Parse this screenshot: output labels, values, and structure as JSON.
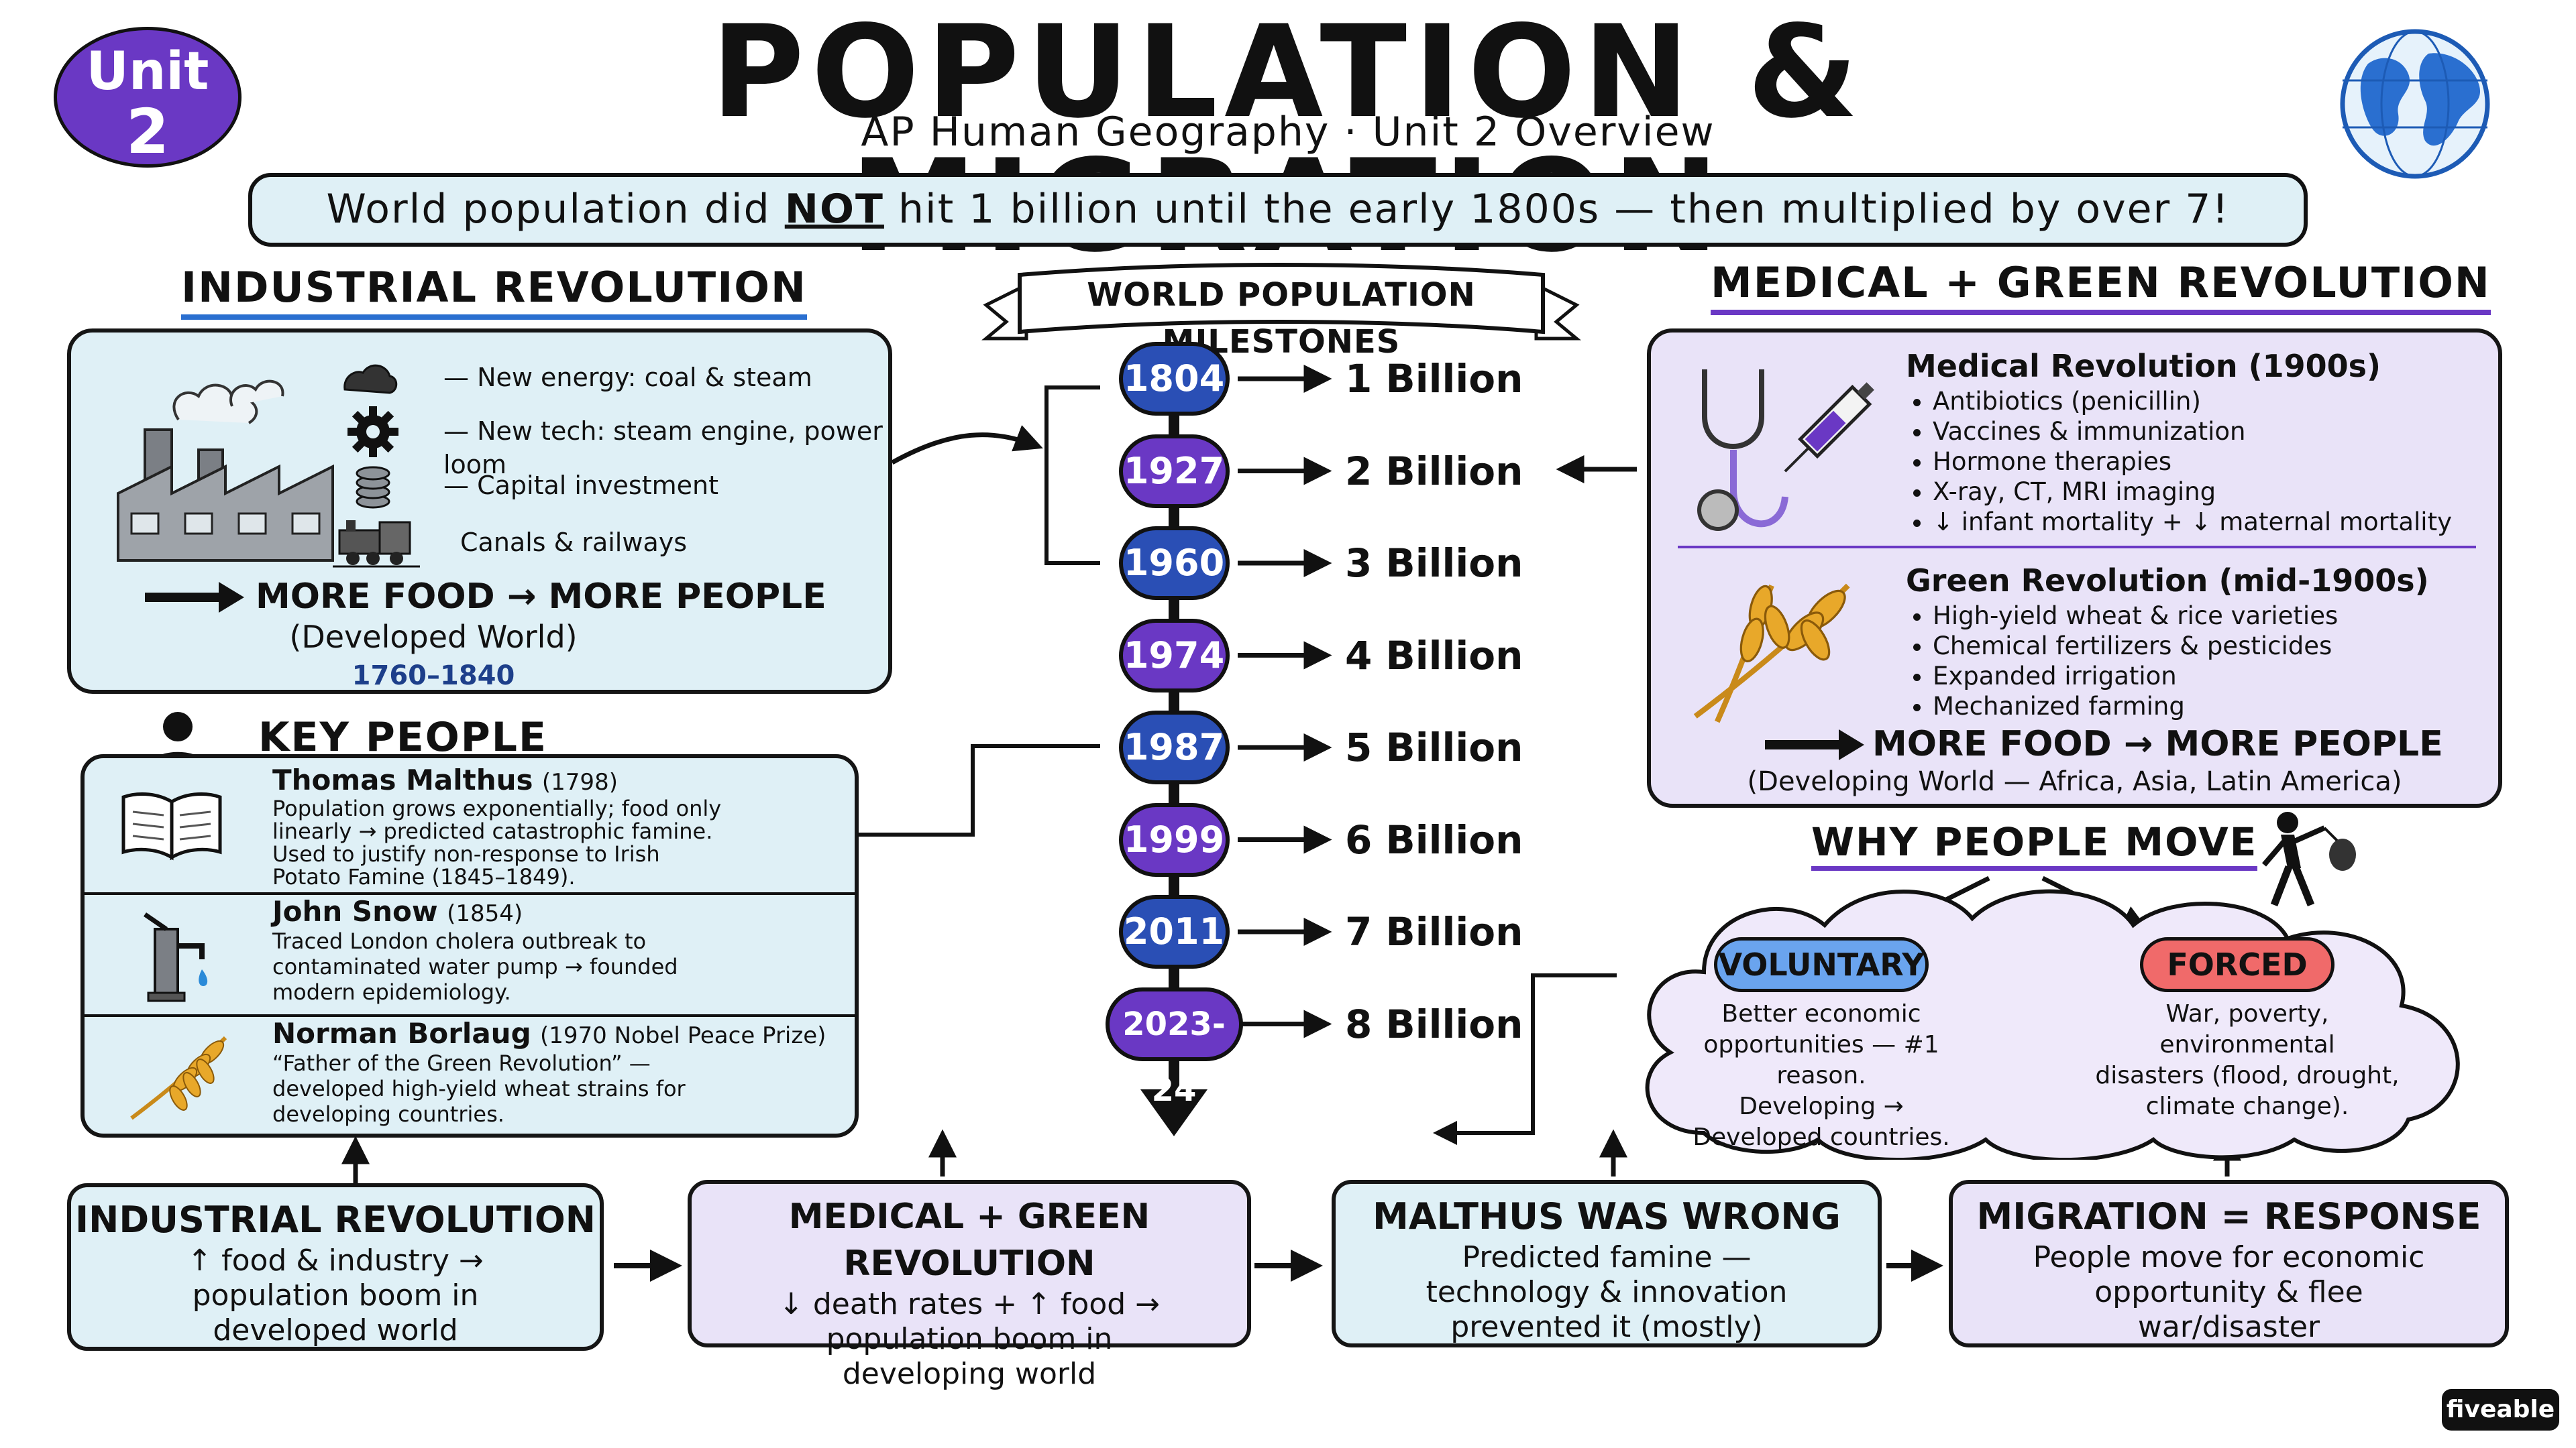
{
  "header": {
    "unit_badge_line1": "Unit",
    "unit_badge_line2": "2",
    "title": "POPULATION & MIGRATION",
    "subtitle": "AP Human Geography · Unit 2 Overview"
  },
  "banner": {
    "pre": "World population did ",
    "emph": "NOT",
    "post": " hit 1 billion until the early 1800s — then multiplied by over 7!"
  },
  "industrial": {
    "heading": "INDUSTRIAL REVOLUTION",
    "items": [
      {
        "icon": "coal-icon",
        "text": "— New energy: coal & steam"
      },
      {
        "icon": "gear-icon",
        "text": "— New tech: steam engine, power loom"
      },
      {
        "icon": "coins-icon",
        "text": "— Capital investment"
      },
      {
        "icon": "train-icon",
        "text": "Canals & railways"
      }
    ],
    "result": "MORE FOOD → MORE PEOPLE",
    "sub": "(Developed World)",
    "years": "1760–1840"
  },
  "key_people": {
    "heading": "KEY PEOPLE",
    "people": [
      {
        "name": "Thomas Malthus",
        "year": "(1798)",
        "icon": "book-icon",
        "lines": [
          "Population grows exponentially; food only",
          "linearly → predicted catastrophic famine.",
          "Used to justify non-response to Irish",
          "Potato Famine (1845–1849)."
        ]
      },
      {
        "name": "John Snow",
        "year": "(1854)",
        "icon": "water-pump-icon",
        "lines": [
          "Traced London cholera outbreak to",
          "contaminated water pump → founded",
          "modern epidemiology."
        ]
      },
      {
        "name": "Norman Borlaug",
        "year": "(1970 Nobel Peace Prize)",
        "icon": "wheat-icon",
        "lines": [
          "“Father of the Green Revolution” —",
          "developed high-yield wheat strains for",
          "developing countries."
        ]
      }
    ]
  },
  "milestones": {
    "heading": "WORLD POPULATION MILESTONES",
    "items": [
      {
        "year": "1804",
        "label": "1 Billion",
        "color": "#2a4fb5"
      },
      {
        "year": "1927",
        "label": "2 Billion",
        "color": "#6a38c4"
      },
      {
        "year": "1960",
        "label": "3 Billion",
        "color": "#2a4fb5"
      },
      {
        "year": "1974",
        "label": "4 Billion",
        "color": "#6a38c4"
      },
      {
        "year": "1987",
        "label": "5 Billion",
        "color": "#2a4fb5"
      },
      {
        "year": "1999",
        "label": "6 Billion",
        "color": "#6a38c4"
      },
      {
        "year": "2011",
        "label": "7 Billion",
        "color": "#2a4fb5"
      },
      {
        "year": "2023-24",
        "label": "8 Billion",
        "color": "#6a38c4"
      }
    ]
  },
  "medical": {
    "heading": "MEDICAL + GREEN REVOLUTION",
    "med_title": "Medical Revolution (1900s)",
    "med_items": [
      "Antibiotics (penicillin)",
      "Vaccines & immunization",
      "Hormone therapies",
      "X-ray, CT, MRI imaging",
      "↓ infant mortality + ↓ maternal mortality"
    ],
    "green_title": "Green Revolution (mid-1900s)",
    "green_items": [
      "High-yield wheat & rice varieties",
      "Chemical fertilizers & pesticides",
      "Expanded irrigation",
      "Mechanized farming"
    ],
    "result": "MORE FOOD → MORE PEOPLE",
    "sub": "(Developing World — Africa, Asia, Latin America)"
  },
  "why_move": {
    "heading": "WHY PEOPLE MOVE",
    "voluntary_label": "VOLUNTARY",
    "voluntary_lines": [
      "Better economic",
      "opportunities — #1 reason.",
      "Developing →",
      "Developed countries."
    ],
    "forced_label": "FORCED",
    "forced_lines": [
      "War, poverty,",
      "environmental",
      "disasters (flood, drought,",
      "climate change)."
    ]
  },
  "flow": [
    {
      "title": "INDUSTRIAL REVOLUTION",
      "lines": [
        "↑ food & industry →",
        "population boom in",
        "developed world"
      ]
    },
    {
      "title": "MEDICAL + GREEN REVOLUTION",
      "lines": [
        "↓ death rates + ↑ food →",
        "population boom in",
        "developing world"
      ]
    },
    {
      "title": "MALTHUS WAS WRONG",
      "lines": [
        "Predicted famine —",
        "technology & innovation",
        "prevented it (mostly)"
      ]
    },
    {
      "title": "MIGRATION = RESPONSE",
      "lines": [
        "People move for economic",
        "opportunity & flee",
        "war/disaster"
      ]
    }
  ],
  "brand": "fiveable",
  "colors": {
    "blue_fill": "#dff0f6",
    "lavender_fill": "#e9e3f8",
    "accent_blue": "#2a4fb5",
    "accent_purple": "#6a38c4",
    "voluntary": "#6aa4ee",
    "forced": "#f06a6a"
  }
}
